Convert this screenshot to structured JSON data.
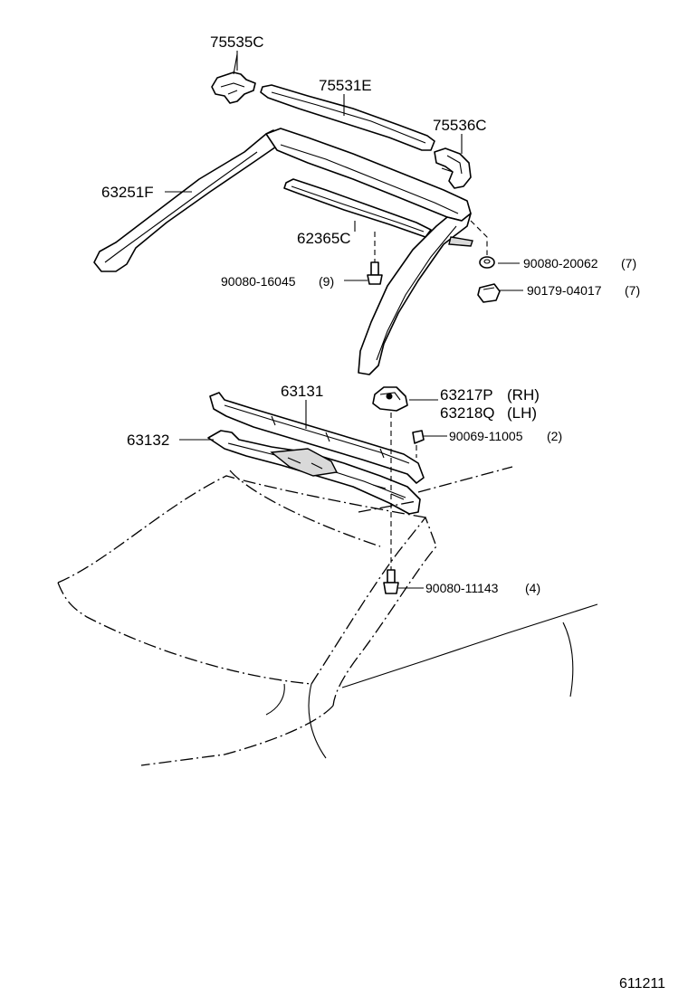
{
  "parts": {
    "p75535C": "75535C",
    "p75531E": "75531E",
    "p75536C": "75536C",
    "p63251F": "63251F",
    "p62365C": "62365C",
    "p90080_20062": "90080-20062",
    "p90080_20062_qty": "(7)",
    "p90179_04017": "90179-04017",
    "p90179_04017_qty": "(7)",
    "p90080_16045": "90080-16045",
    "p90080_16045_qty": "(9)",
    "p63131": "63131",
    "p63217P": "63217P",
    "p63217P_side": "(RH)",
    "p63218Q": "63218Q",
    "p63218Q_side": "(LH)",
    "p63132": "63132",
    "p90069_11005": "90069-11005",
    "p90069_11005_qty": "(2)",
    "p90080_11143": "90080-11143",
    "p90080_11143_qty": "(4)"
  },
  "diagram_id": "611211"
}
